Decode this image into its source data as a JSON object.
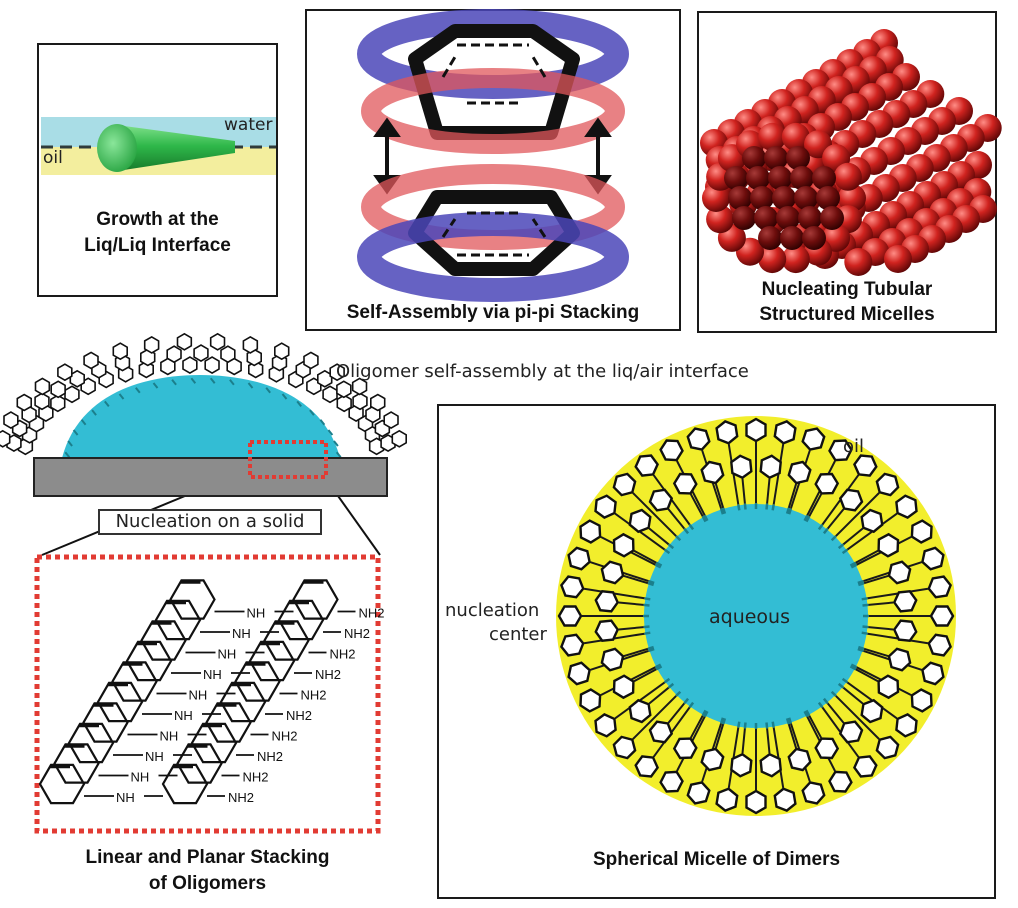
{
  "panels": {
    "growth": {
      "water_label": "water",
      "oil_label": "oil",
      "caption_line1": "Growth at the",
      "caption_line2": "Liq/Liq Interface"
    },
    "pi_stacking": {
      "caption": "Self-Assembly via pi-pi Stacking"
    },
    "tubular": {
      "caption_line1": "Nucleating Tubular",
      "caption_line2": "Structured Micelles"
    },
    "droplet": {
      "liq_air_label": "Oligomer self-assembly at the liq/air interface",
      "solid_label": "Nucleation on a solid"
    },
    "stacking": {
      "nh_label": "NH",
      "nh2_label": "NH2",
      "caption_line1": "Linear and Planar Stacking",
      "caption_line2": "of Oligomers"
    },
    "micelle": {
      "oil_label": "oil",
      "aqueous_label": "aqueous",
      "nucleation_line1": "nucleation",
      "nucleation_line2": "center",
      "caption": "Spherical Micelle of Dimers"
    }
  },
  "colors": {
    "water": "#a9dde6",
    "oil": "#f3ee9e",
    "cone_green": "#2fb84a",
    "ring_blue": "#4b47b8",
    "ring_red": "#e0575b",
    "sphere_red": "#d0231f",
    "aqueous": "#33bdd4",
    "micelle_yellow": "#f2ee2c",
    "substrate": "#8c8c8c",
    "dotted_red": "#e23b33"
  }
}
